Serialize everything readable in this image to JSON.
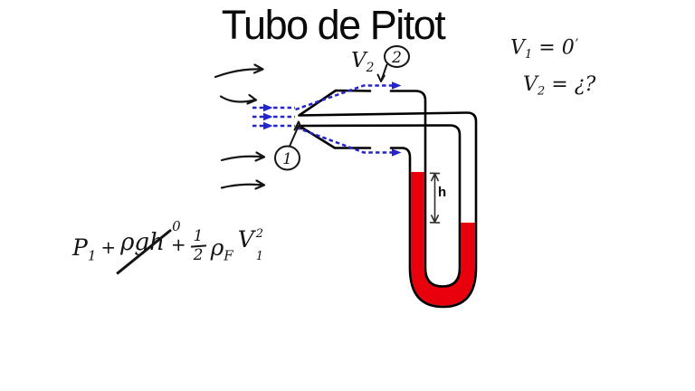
{
  "title": "Tubo de Pitot",
  "colors": {
    "fluid_red": "#e8000d",
    "streamline_blue": "#2424cc",
    "ink": "#151515",
    "outline_black": "#000000",
    "dimension": "#2f2f2f"
  },
  "annotations": {
    "v2_point_label": {
      "var": "V",
      "sub": "2"
    },
    "point_1": "1",
    "point_2": "2",
    "h_label": "h",
    "v1_equation": {
      "var": "V",
      "sub": "1",
      "eq": "= 0",
      "tick": "ʼ"
    },
    "v2_equation": {
      "var": "V",
      "sub": "2",
      "eq": "= ¿?"
    }
  },
  "equation": {
    "p_var": "P",
    "p_sub": "1",
    "plus_1": "+",
    "cancelled_term": "ρgh",
    "cancelled_to": "0",
    "plus_2": "+",
    "fraction_numerator": "1",
    "fraction_denominator": "2",
    "rho_var": "ρ",
    "rho_sub": "F",
    "v_var": "V",
    "v_sub": "1",
    "v_sup": "2"
  }
}
